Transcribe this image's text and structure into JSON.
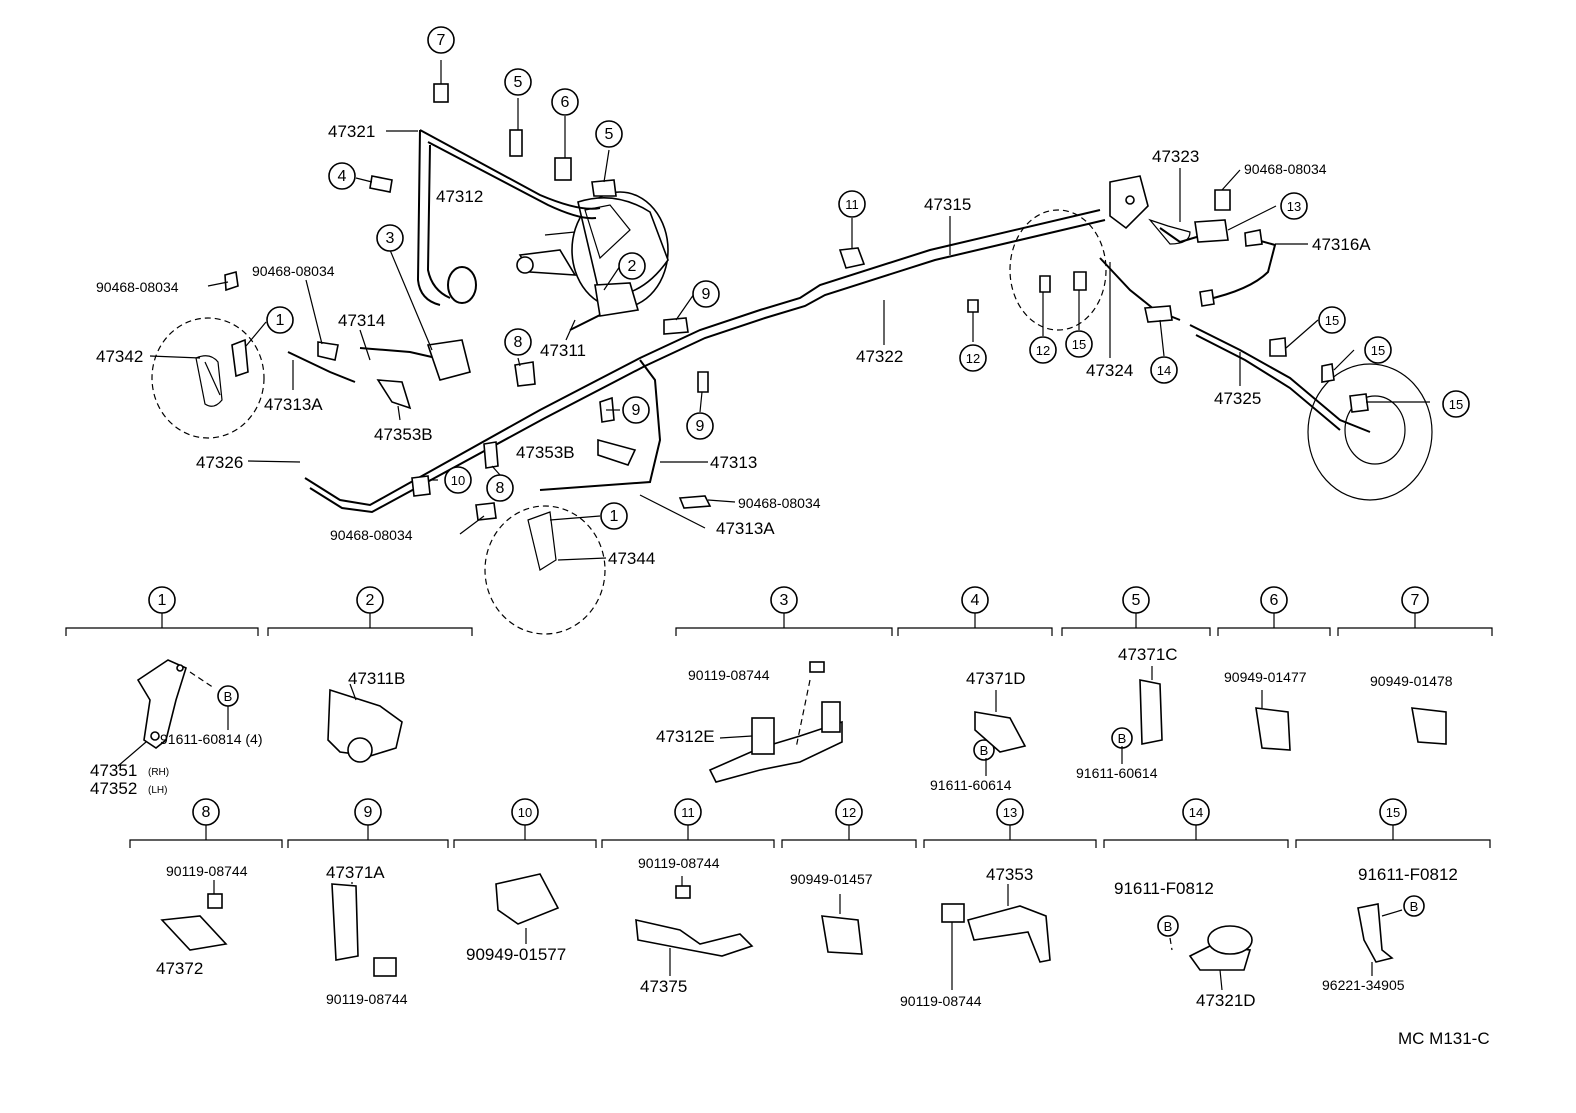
{
  "callouts": [
    {
      "id": "c7",
      "n": "7"
    },
    {
      "id": "c5a",
      "n": "5"
    },
    {
      "id": "c6",
      "n": "6"
    },
    {
      "id": "c5b",
      "n": "5"
    },
    {
      "id": "c4",
      "n": "4"
    },
    {
      "id": "c3",
      "n": "3"
    },
    {
      "id": "c1a",
      "n": "1"
    },
    {
      "id": "c2",
      "n": "2"
    },
    {
      "id": "c9a",
      "n": "9"
    },
    {
      "id": "c8a",
      "n": "8"
    },
    {
      "id": "c9b",
      "n": "9"
    },
    {
      "id": "c9c",
      "n": "9"
    },
    {
      "id": "c10",
      "n": "10"
    },
    {
      "id": "c8b",
      "n": "8"
    },
    {
      "id": "c1b",
      "n": "1"
    },
    {
      "id": "c11",
      "n": "11"
    },
    {
      "id": "c12a",
      "n": "12"
    },
    {
      "id": "c12b",
      "n": "12"
    },
    {
      "id": "c15a",
      "n": "15"
    },
    {
      "id": "c14",
      "n": "14"
    },
    {
      "id": "c13",
      "n": "13"
    },
    {
      "id": "c15b",
      "n": "15"
    },
    {
      "id": "c15c",
      "n": "15"
    },
    {
      "id": "c15d",
      "n": "15"
    }
  ],
  "labels": {
    "p47321": "47321",
    "p47312": "47312",
    "p90468a": "90468-08034",
    "p90468b": "90468-08034",
    "p47314": "47314",
    "p47342": "47342",
    "p47313A_a": "47313A",
    "p47353B_a": "47353B",
    "p47311": "47311",
    "p47326": "47326",
    "p47353B_b": "47353B",
    "p47313": "47313",
    "p90468c": "90468-08034",
    "p90468d": "90468-08034",
    "p47313A_b": "47313A",
    "p47344": "47344",
    "p47315": "47315",
    "p47322": "47322",
    "p47323": "47323",
    "p90468e": "90468-08034",
    "p47316A": "47316A",
    "p47324": "47324",
    "p47325": "47325"
  },
  "details": [
    {
      "id": "d1",
      "n": "1",
      "parts": [
        "91611-60814 (4)",
        "47351",
        "47352"
      ],
      "notes": [
        "(RH)",
        "(LH)"
      ],
      "bolt": "B"
    },
    {
      "id": "d2",
      "n": "2",
      "parts": [
        "47311B"
      ]
    },
    {
      "id": "d3",
      "n": "3",
      "parts": [
        "90119-08744",
        "47312E"
      ]
    },
    {
      "id": "d4",
      "n": "4",
      "parts": [
        "47371D",
        "91611-60614"
      ],
      "bolt": "B"
    },
    {
      "id": "d5",
      "n": "5",
      "parts": [
        "47371C",
        "91611-60614"
      ],
      "bolt": "B"
    },
    {
      "id": "d6",
      "n": "6",
      "parts": [
        "90949-01477"
      ]
    },
    {
      "id": "d7",
      "n": "7",
      "parts": [
        "90949-01478"
      ]
    },
    {
      "id": "d8",
      "n": "8",
      "parts": [
        "90119-08744",
        "47372"
      ]
    },
    {
      "id": "d9",
      "n": "9",
      "parts": [
        "47371A",
        "90119-08744"
      ]
    },
    {
      "id": "d10",
      "n": "10",
      "parts": [
        "90949-01577"
      ]
    },
    {
      "id": "d11",
      "n": "11",
      "parts": [
        "90119-08744",
        "47375"
      ]
    },
    {
      "id": "d12",
      "n": "12",
      "parts": [
        "90949-01457"
      ]
    },
    {
      "id": "d13",
      "n": "13",
      "parts": [
        "47353",
        "90119-08744"
      ]
    },
    {
      "id": "d14",
      "n": "14",
      "parts": [
        "91611-F0812",
        "47321D"
      ],
      "bolt": "B"
    },
    {
      "id": "d15",
      "n": "15",
      "parts": [
        "91611-F0812",
        "96221-34905"
      ],
      "bolt": "B"
    }
  ],
  "footer": "MC  M131-C"
}
